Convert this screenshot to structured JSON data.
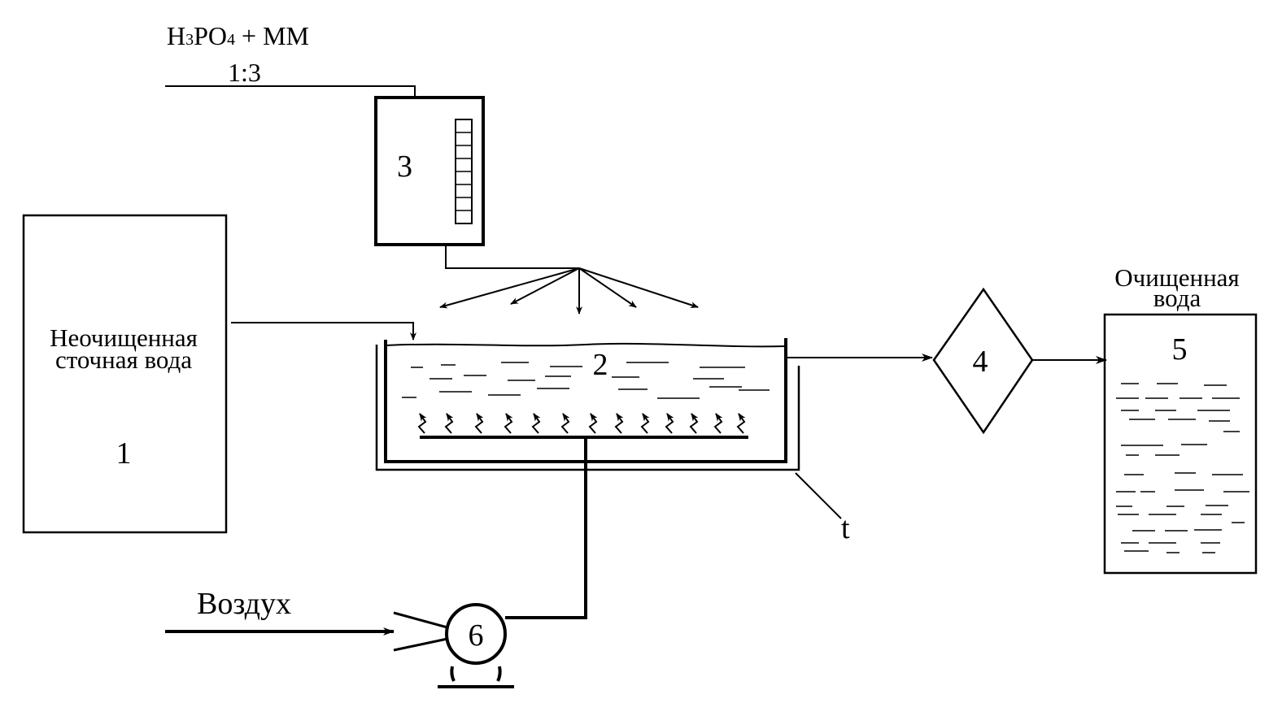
{
  "reagent": {
    "formula_h": "H",
    "formula_sub1": "3",
    "formula_po": "PO",
    "formula_sub2": "4",
    "formula_rest": " + MM",
    "ratio": "1:3"
  },
  "tank1": {
    "label_line1": "Неочищенная",
    "label_line2": "сточная вода",
    "number": "1"
  },
  "reactor": {
    "number": "2"
  },
  "doser": {
    "number": "3"
  },
  "filter": {
    "number": "4"
  },
  "tank5": {
    "label_line1": "Очищенная",
    "label_line2": "вода",
    "number": "5"
  },
  "blower": {
    "number": "6"
  },
  "air": {
    "label": "Воздух"
  },
  "heater": {
    "label": "t"
  },
  "colors": {
    "stroke": "#000000",
    "background": "#ffffff"
  }
}
